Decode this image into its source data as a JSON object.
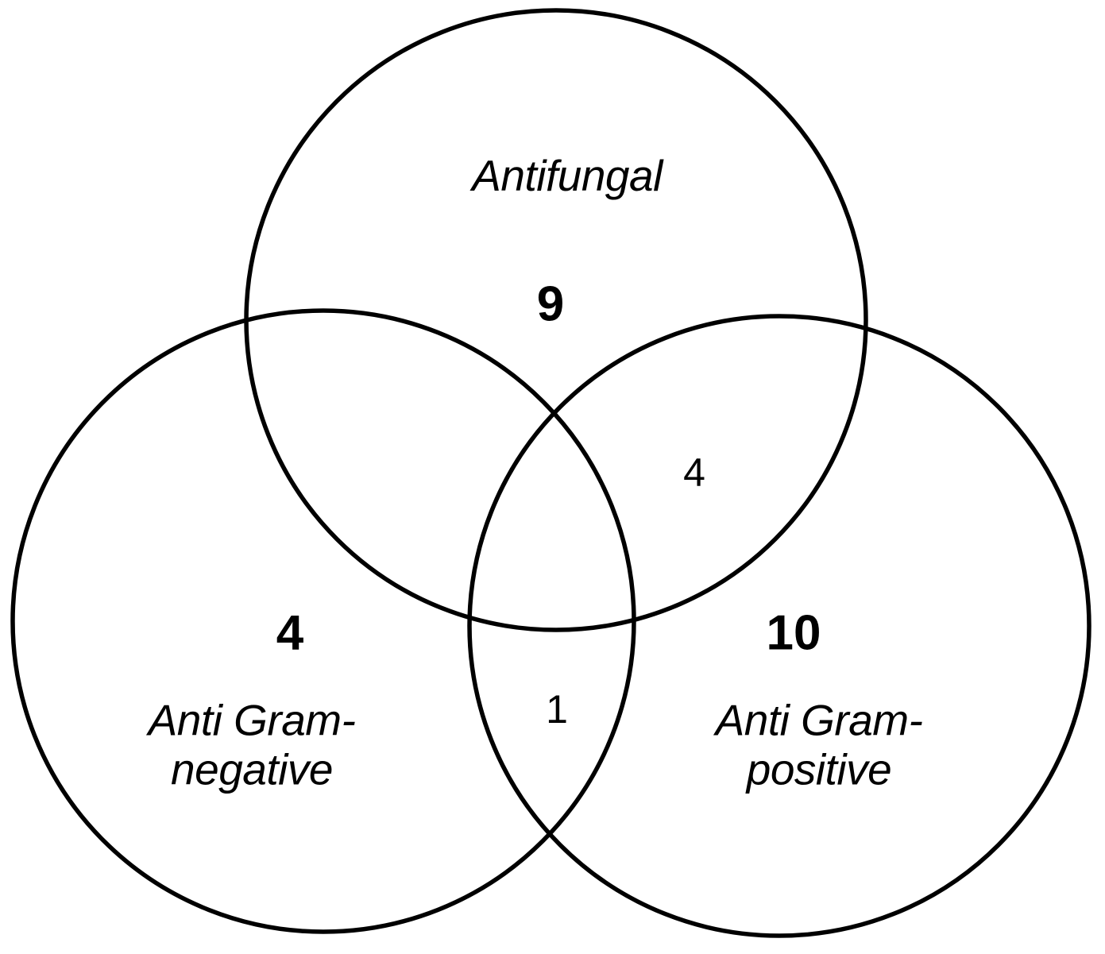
{
  "figure": {
    "type": "venn-diagram",
    "background_color": "#ffffff",
    "stroke_color": "#000000",
    "text_color": "#000000"
  },
  "chart_data": {
    "type": "venn",
    "title": "",
    "sets": [
      {
        "id": "antifungal",
        "label": "Antifungal",
        "only_count": "9"
      },
      {
        "id": "anti-gram-negative",
        "label": "Anti Gram-\nnegative",
        "only_count": "4"
      },
      {
        "id": "anti-gram-positive",
        "label": "Anti Gram-\npositive",
        "only_count": "10"
      }
    ],
    "intersections": [
      {
        "id": "antifungal-gram-positive",
        "sets": [
          "antifungal",
          "anti-gram-positive"
        ],
        "count": "4"
      },
      {
        "id": "gram-negative-gram-positive",
        "sets": [
          "anti-gram-negative",
          "anti-gram-positive"
        ],
        "count": "1"
      }
    ],
    "legend": "none",
    "grid": false
  },
  "labels": {
    "antifungal_title": "Antifungal",
    "antifungal_count": "9",
    "gram_negative_title": "Anti Gram-\nnegative",
    "gram_negative_count": "4",
    "gram_positive_title": "Anti Gram-\npositive",
    "gram_positive_count": "10",
    "antifungal_gram_positive_count": "4",
    "gram_negative_gram_positive_count": "1"
  }
}
